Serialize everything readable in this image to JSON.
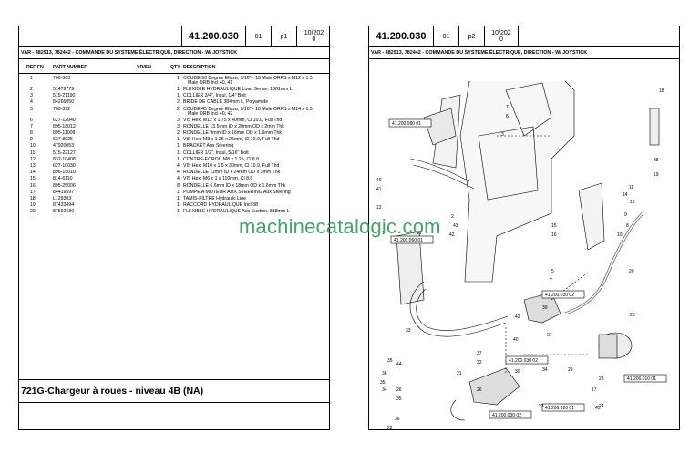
{
  "left_page": {
    "header": {
      "code": "41.200.030",
      "col2": "01",
      "page": "p1",
      "date": "10/202",
      "rev": "0"
    },
    "title": "VAR - 482913, 782442 - COMMANDE DU SYSTÈME ÉLECTRIQUE, DIRECTION - W/ JOYSTICK",
    "columns": {
      "ref": "REF FN",
      "part": "PART NUMBER",
      "yrsn": "YR/SN",
      "qty": "QTY",
      "desc": "DESCRIPTION"
    },
    "rows": [
      {
        "ref": "1",
        "part": "700-303",
        "qty": "1",
        "desc": "COUDE 90 Degree Elbow, 9/16\" - 18 Male ORFS x M12 x 1.5",
        "desc2": "Male ORB Incl 40, 41"
      },
      {
        "ref": "2",
        "part": "51479779",
        "qty": "1",
        "desc": "FLEXIBLE HYDRAULIQUE  Load Sense, 1681mm L"
      },
      {
        "ref": "3",
        "part": "515-21190",
        "qty": "1",
        "desc": "COLLIER 3/4\", Insul, 1/4\" Bolt"
      },
      {
        "ref": "4",
        "part": "84266050",
        "qty": "2",
        "desc": "BRIDE DE CABLE 384mm L, Polyamide"
      },
      {
        "ref": "5",
        "part": "700-392",
        "qty": "2",
        "desc": "COUDE 45 Degree Elbow, 9/16\" - 18 Male ORFS x M14 x 1.5",
        "desc2": "Male ORB Incl 40, 42"
      },
      {
        "ref": "6",
        "part": "627-12040",
        "qty": "3",
        "desc": "VIS Hex, M12 x 1.75 x 40mm, Cl 10.9, Full Thd"
      },
      {
        "ref": "7",
        "part": "895-18012",
        "qty": "3",
        "desc": "RONDELLE 13.5mm ID x 20mm OD x 2mm Thk"
      },
      {
        "ref": "8",
        "part": "895-11008",
        "qty": "2",
        "desc": "RONDELLE 9mm ID x 16mm OD x 1.6mm Thk"
      },
      {
        "ref": "9",
        "part": "627-8025",
        "qty": "1",
        "desc": "VIS Hex, M8 x 1.25 x 25mm, Cl 10.9, Full Thd"
      },
      {
        "ref": "10",
        "part": "47920053",
        "qty": "1",
        "desc": "BRACKET  Aux Steering"
      },
      {
        "ref": "11",
        "part": "515-22127",
        "qty": "1",
        "desc": "COLLIER 1/2\", Insul, 5/16\" Bolt"
      },
      {
        "ref": "12",
        "part": "832-10408",
        "qty": "1",
        "desc": "CONTRE-ECROU M8 x 1.25, Cl 8.8"
      },
      {
        "ref": "13",
        "part": "627-10030",
        "qty": "4",
        "desc": "VIS Hex, M10 x 1.5 x 30mm, Cl 10.9, Full Thd"
      },
      {
        "ref": "14",
        "part": "896-15010",
        "qty": "4",
        "desc": "RONDELLE 11mm ID x 24mm OD x 3mm Thk"
      },
      {
        "ref": "15",
        "part": "814-6110",
        "qty": "4",
        "desc": "VIS Hex, M6 x 1 x 110mm, Cl 8.8"
      },
      {
        "ref": "16",
        "part": "895-25006",
        "qty": "8",
        "desc": "RONDELLE 6.6mm ID x 18mm OD x 1.6mm Thk"
      },
      {
        "ref": "17",
        "part": "84419597",
        "qty": "1",
        "desc": "POMPE A MOTEUR AUX STEERING Aux Steering"
      },
      {
        "ref": "18",
        "part": "L129303",
        "qty": "1",
        "desc": "TAMIS-FILTRE  Hydraulic Line"
      },
      {
        "ref": "19",
        "part": "87433494",
        "qty": "1",
        "desc": "RACCORD HYDRAULIQUE  Incl 38"
      },
      {
        "ref": "20",
        "part": "87592639",
        "qty": "1",
        "desc": "FLEXIBLE HYDRAULIQUE  Aux Suction, 818mm L"
      }
    ],
    "machine": "721G-Chargeur à roues - niveau 4B (NA)"
  },
  "right_page": {
    "header": {
      "code": "41.200.030",
      "col2": "01",
      "page": "p2",
      "date": "10/202",
      "rev": "0"
    },
    "title": "VAR - 482913, 782442 - COMMANDE DU SYSTÈME ÉLECTRIQUE, DIRECTION - W/ JOYSTICK",
    "ref_boxes": [
      "41.200.080 01",
      "41.200.060 01",
      "41.200.030 02",
      "41.200.030 02",
      "41.206.010 01",
      "41.206.020 01",
      "41.200.030 02"
    ],
    "callouts": [
      "18",
      "7",
      "6",
      "3",
      "38",
      "19",
      "40",
      "41",
      "1",
      "12",
      "11",
      "14",
      "13",
      "9",
      "8",
      "10",
      "2",
      "43",
      "42",
      "31",
      "15",
      "16",
      "20",
      "5",
      "4",
      "39",
      "40",
      "42",
      "33",
      "37",
      "32",
      "25",
      "26",
      "21",
      "30",
      "27",
      "44",
      "35",
      "34",
      "26",
      "35",
      "36",
      "22",
      "23",
      "24",
      "29",
      "28",
      "17",
      "45",
      "36",
      "35",
      "34"
    ]
  },
  "watermark": "machinecatalogic.com"
}
